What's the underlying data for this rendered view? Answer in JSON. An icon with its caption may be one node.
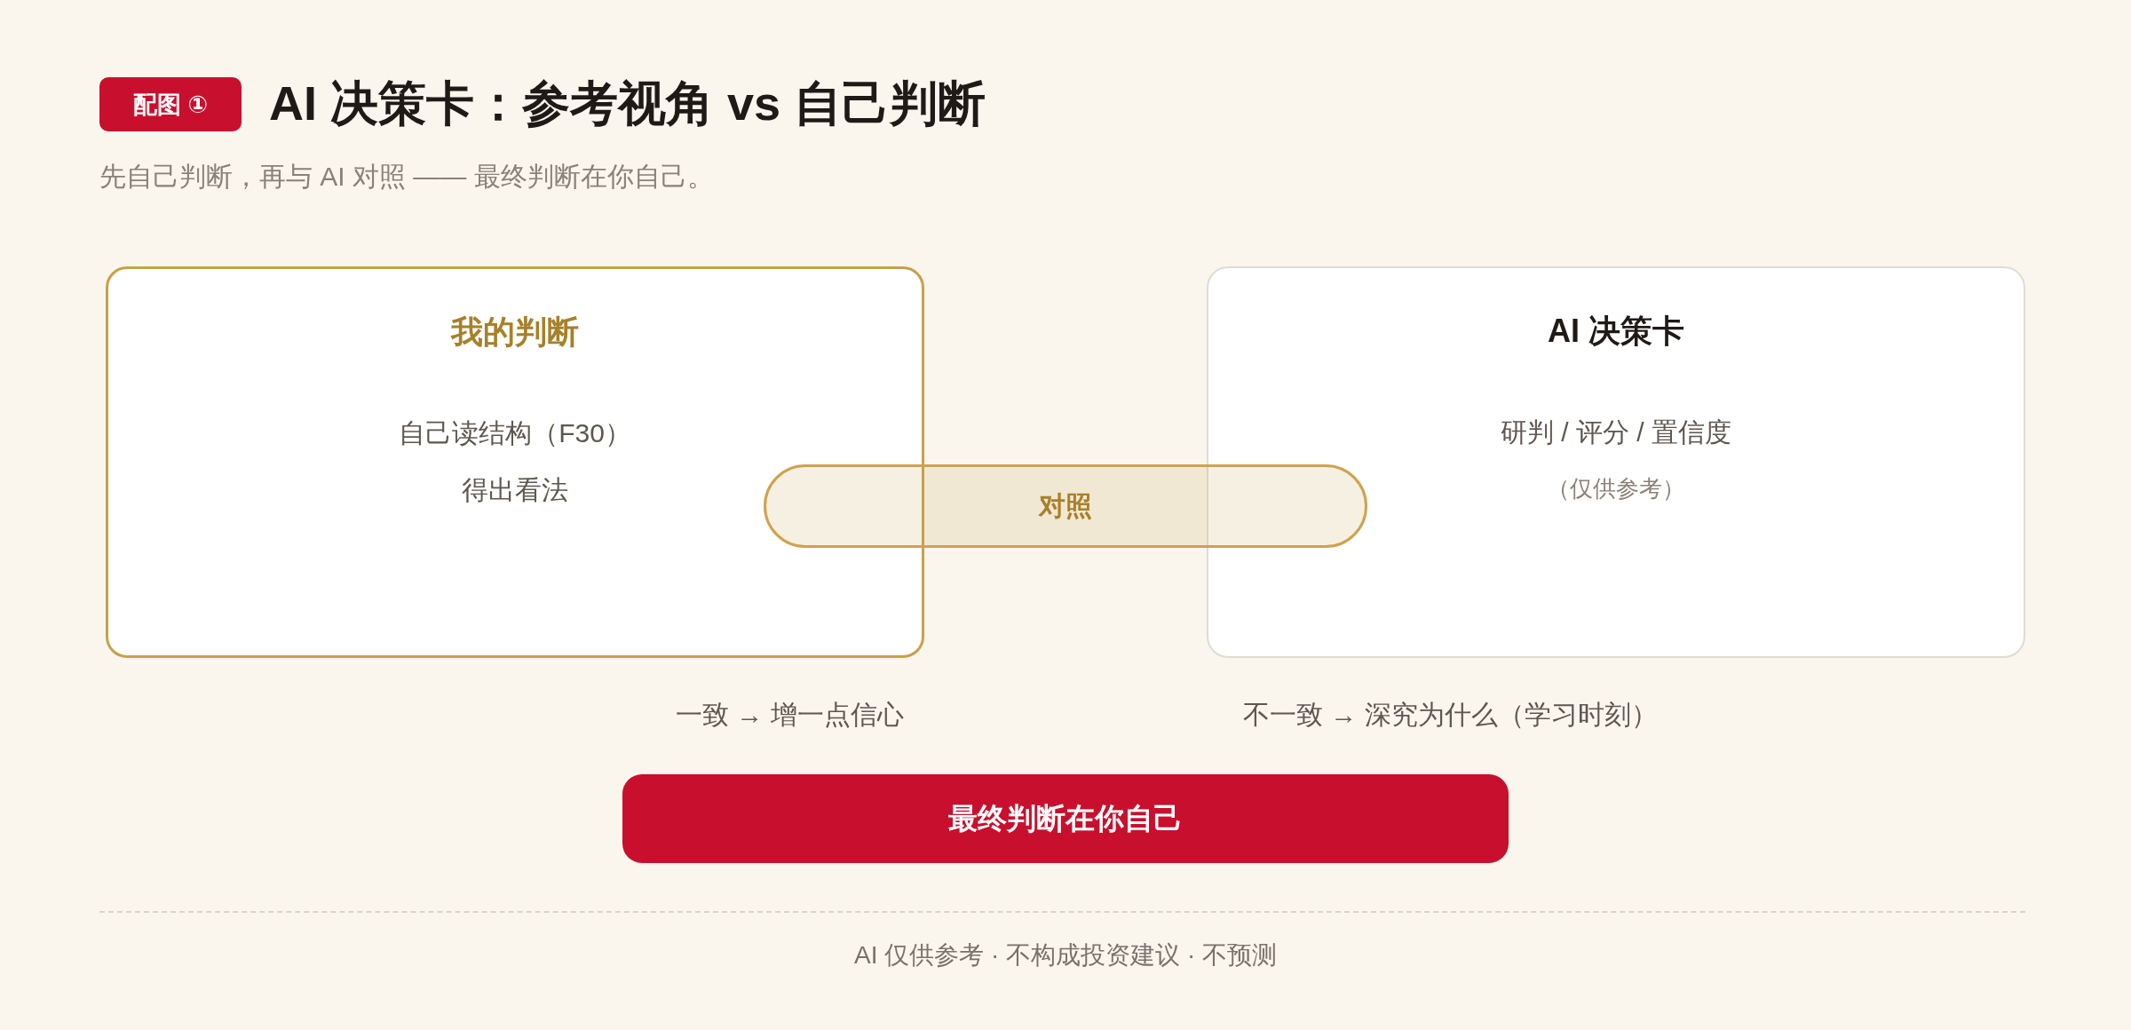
{
  "diagram": {
    "title": "AI 决策卡：参考视角 vs 自己判断",
    "nodes": [
      {
        "text": [
          "配图 ①"
        ]
      },
      {
        "text": [
          "我的判断",
          "自己读结构（F30）",
          "得出看法"
        ]
      },
      {
        "text": [
          "对照"
        ]
      },
      {
        "text": [
          "AI 决策卡",
          "研判 / 评分 / 置信度",
          "（仅供参考）"
        ]
      },
      {
        "text": [
          "最终判断在你自己"
        ]
      }
    ],
    "labels": [
      "先自己判断，再与 AI 对照 —— 最终判断在你自己。",
      "一致 → 增一点信心",
      "不一致 → 深究为什么（学习时刻）",
      "AI 仅供参考 · 不构成投资建议 · 不预测"
    ]
  }
}
